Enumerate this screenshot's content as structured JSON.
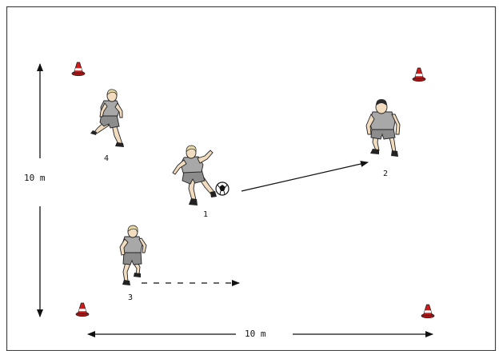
{
  "field": {
    "width_label": "10 m",
    "height_label": "10 m",
    "border_color": "#444444",
    "background": "#ffffff"
  },
  "players": [
    {
      "number": "1",
      "role": "passer with ball"
    },
    {
      "number": "2",
      "role": "receiver"
    },
    {
      "number": "3",
      "role": "runner"
    },
    {
      "number": "4",
      "role": "player"
    }
  ],
  "cones": {
    "count": 4,
    "color": "#d11a1a",
    "stripe": "#ffffff"
  },
  "arrows": [
    {
      "name": "pass",
      "from": "1",
      "to": "2",
      "style": "solid"
    },
    {
      "name": "run",
      "from": "3",
      "style": "dashed"
    }
  ],
  "colors": {
    "shirt": "#a8a8a8",
    "shorts": "#8c8c8c",
    "skin": "#f2dcc0",
    "hair": "#e8d9a0",
    "dark_hair": "#2b2b2b",
    "outline": "#222222"
  }
}
